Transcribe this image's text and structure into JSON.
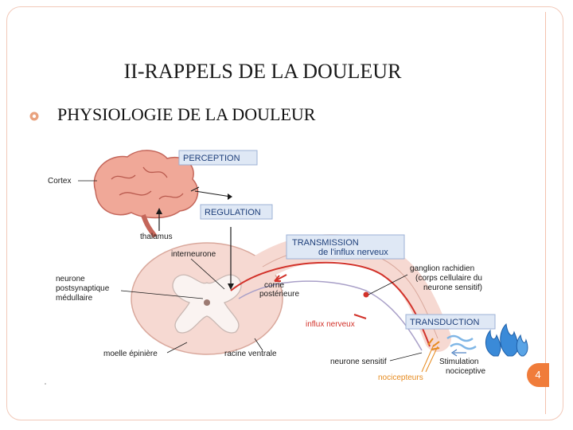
{
  "slide": {
    "title": "II-RAPPELS DE LA DOULEUR",
    "bullet": "PHYSIOLOGIE DE LA DOULEUR",
    "page_number": "4"
  },
  "figure": {
    "boxes": {
      "perception": "PERCEPTION",
      "regulation": "REGULATION",
      "transmission_1": "TRANSMISSION",
      "transmission_2": "de l'influx nerveux",
      "transduction": "TRANSDUCTION"
    },
    "labels": {
      "cortex": "Cortex",
      "thalamus": "thalamus",
      "interneurone": "interneurone",
      "neurone_1": "neurone",
      "neurone_2": "postsynaptique",
      "neurone_3": "médullaire",
      "corne_1": "corne",
      "corne_2": "postérieure",
      "ganglion_1": "ganglion rachidien",
      "ganglion_2": "(corps cellulaire du",
      "ganglion_3": "neurone sensitif)",
      "influx": "influx nerveux",
      "moelle": "moelle épinière",
      "racine": "racine ventrale",
      "neurone_sensitif": "neurone sensitif",
      "nocicepteurs": "nocicepteurs",
      "stimulation_1": "Stimulation",
      "stimulation_2": "nociceptive"
    },
    "colors": {
      "box_fill": "#dfe8f5",
      "box_text": "#1e3f7a",
      "brain": "#f0a898",
      "cord": "#f6d9d2",
      "fibre_red": "#d2322a",
      "flame": "#3a8ad8"
    }
  }
}
